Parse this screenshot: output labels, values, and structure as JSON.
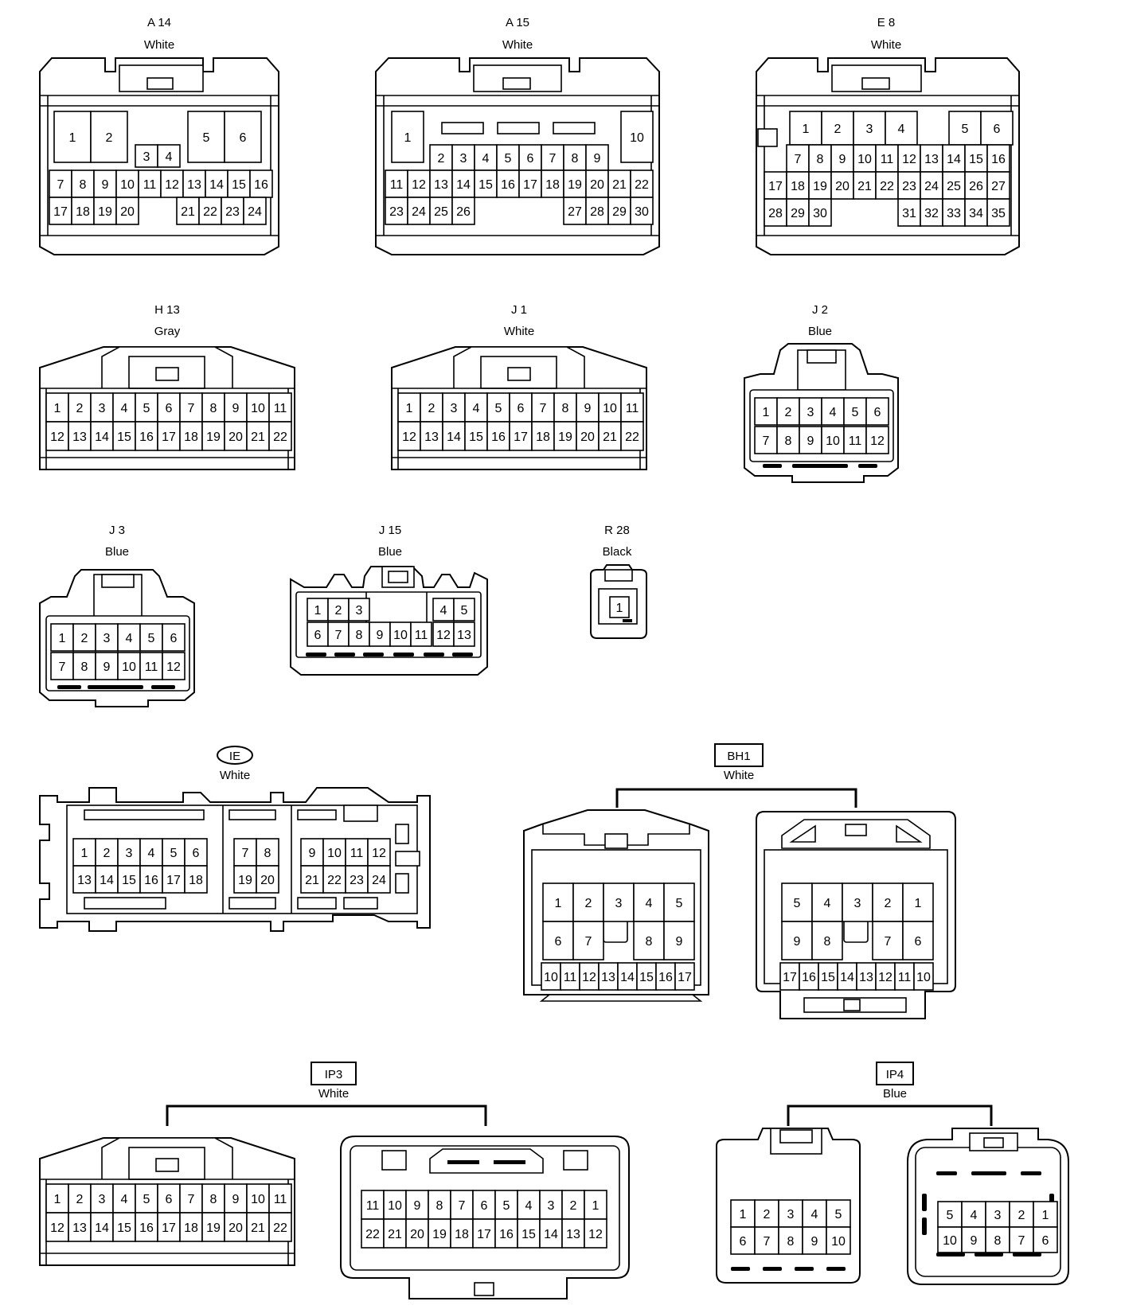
{
  "colors": {
    "line": "#000000",
    "background": "#ffffff"
  },
  "connectors": {
    "a14": {
      "code": "A 14",
      "color": "White",
      "row1": [
        "1",
        "2",
        "5",
        "6"
      ],
      "row2": [
        "3",
        "4"
      ],
      "row3": [
        "7",
        "8",
        "9",
        "10",
        "11",
        "12",
        "13",
        "14",
        "15",
        "16"
      ],
      "row4": [
        "17",
        "18",
        "19",
        "20",
        "21",
        "22",
        "23",
        "24"
      ]
    },
    "a15": {
      "code": "A 15",
      "color": "White",
      "row1": [
        "1",
        "10"
      ],
      "row2": [
        "2",
        "3",
        "4",
        "5",
        "6",
        "7",
        "8",
        "9"
      ],
      "row3": [
        "11",
        "12",
        "13",
        "14",
        "15",
        "16",
        "17",
        "18",
        "19",
        "20",
        "21",
        "22"
      ],
      "row4": [
        "23",
        "24",
        "25",
        "26",
        "27",
        "28",
        "29",
        "30"
      ]
    },
    "e8": {
      "code": "E 8",
      "color": "White",
      "row1": [
        "1",
        "2",
        "3",
        "4",
        "5",
        "6"
      ],
      "row2": [
        "7",
        "8",
        "9",
        "10",
        "11",
        "12",
        "13",
        "14",
        "15",
        "16"
      ],
      "row3": [
        "17",
        "18",
        "19",
        "20",
        "21",
        "22",
        "23",
        "24",
        "25",
        "26",
        "27"
      ],
      "row4": [
        "28",
        "29",
        "30",
        "31",
        "32",
        "33",
        "34",
        "35"
      ]
    },
    "h13": {
      "code": "H 13",
      "color": "Gray",
      "row1": [
        "1",
        "2",
        "3",
        "4",
        "5",
        "6",
        "7",
        "8",
        "9",
        "10",
        "11"
      ],
      "row2": [
        "12",
        "13",
        "14",
        "15",
        "16",
        "17",
        "18",
        "19",
        "20",
        "21",
        "22"
      ]
    },
    "j1": {
      "code": "J 1",
      "color": "White",
      "row1": [
        "1",
        "2",
        "3",
        "4",
        "5",
        "6",
        "7",
        "8",
        "9",
        "10",
        "11"
      ],
      "row2": [
        "12",
        "13",
        "14",
        "15",
        "16",
        "17",
        "18",
        "19",
        "20",
        "21",
        "22"
      ]
    },
    "j2": {
      "code": "J 2",
      "color": "Blue",
      "row1": [
        "1",
        "2",
        "3",
        "4",
        "5",
        "6"
      ],
      "row2": [
        "7",
        "8",
        "9",
        "10",
        "11",
        "12"
      ]
    },
    "j3": {
      "code": "J 3",
      "color": "Blue",
      "row1": [
        "1",
        "2",
        "3",
        "4",
        "5",
        "6"
      ],
      "row2": [
        "7",
        "8",
        "9",
        "10",
        "11",
        "12"
      ]
    },
    "j15": {
      "code": "J 15",
      "color": "Blue",
      "row1": [
        "1",
        "2",
        "3",
        "4",
        "5"
      ],
      "row2": [
        "6",
        "7",
        "8",
        "9",
        "10",
        "11",
        "12",
        "13"
      ]
    },
    "r28": {
      "code": "R 28",
      "color": "Black",
      "row1": [
        "1"
      ]
    },
    "ie": {
      "code": "IE",
      "color": "White",
      "row1": [
        "1",
        "2",
        "3",
        "4",
        "5",
        "6",
        "7",
        "8",
        "9",
        "10",
        "11",
        "12"
      ],
      "row2": [
        "13",
        "14",
        "15",
        "16",
        "17",
        "18",
        "19",
        "20",
        "21",
        "22",
        "23",
        "24"
      ]
    },
    "bh1": {
      "code": "BH1",
      "color": "White",
      "male": {
        "row1": [
          "1",
          "2",
          "3",
          "4",
          "5"
        ],
        "row2": [
          "6",
          "7",
          "8",
          "9"
        ],
        "row3": [
          "10",
          "11",
          "12",
          "13",
          "14",
          "15",
          "16",
          "17"
        ]
      },
      "female": {
        "row1": [
          "5",
          "4",
          "3",
          "2",
          "1"
        ],
        "row2": [
          "9",
          "8",
          "7",
          "6"
        ],
        "row3": [
          "17",
          "16",
          "15",
          "14",
          "13",
          "12",
          "11",
          "10"
        ]
      }
    },
    "ip3": {
      "code": "IP3",
      "color": "White",
      "male": {
        "row1": [
          "1",
          "2",
          "3",
          "4",
          "5",
          "6",
          "7",
          "8",
          "9",
          "10",
          "11"
        ],
        "row2": [
          "12",
          "13",
          "14",
          "15",
          "16",
          "17",
          "18",
          "19",
          "20",
          "21",
          "22"
        ]
      },
      "female": {
        "row1": [
          "11",
          "10",
          "9",
          "8",
          "7",
          "6",
          "5",
          "4",
          "3",
          "2",
          "1"
        ],
        "row2": [
          "22",
          "21",
          "20",
          "19",
          "18",
          "17",
          "16",
          "15",
          "14",
          "13",
          "12"
        ]
      }
    },
    "ip4": {
      "code": "IP4",
      "color": "Blue",
      "male": {
        "row1": [
          "1",
          "2",
          "3",
          "4",
          "5"
        ],
        "row2": [
          "6",
          "7",
          "8",
          "9",
          "10"
        ]
      },
      "female": {
        "row1": [
          "5",
          "4",
          "3",
          "2",
          "1"
        ],
        "row2": [
          "10",
          "9",
          "8",
          "7",
          "6"
        ]
      }
    }
  }
}
